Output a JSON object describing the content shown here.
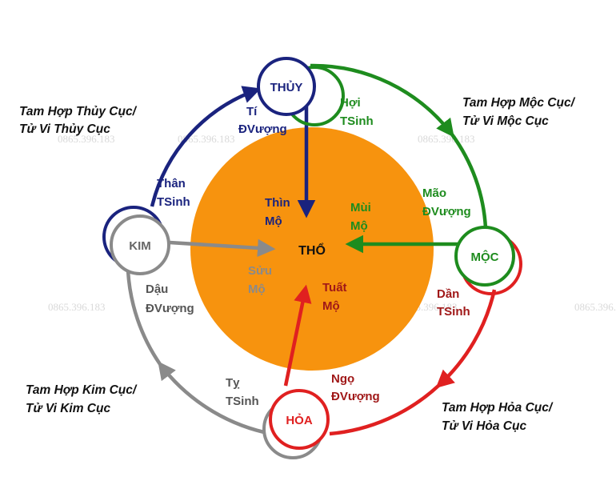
{
  "colors": {
    "thuy": "#1a237e",
    "moc": "#1e8c1e",
    "hoa": "#e02020",
    "kim": "#8a8a8a",
    "tho_fill": "#f7930e",
    "dark_red": "#a01818",
    "tho_text": "#111111"
  },
  "center": {
    "label": "THỔ"
  },
  "nodes": {
    "thuy": "THỦY",
    "moc": "MỘC",
    "hoa": "HỎA",
    "kim": "KIM"
  },
  "branches": {
    "ti": "Tí",
    "ti_state": "ĐVượng",
    "hoi": "Hợi",
    "hoi_state": "TSinh",
    "mao": "Mão",
    "mao_state": "ĐVượng",
    "dan": "Dần",
    "dan_state": "TSinh",
    "ngo": "Ngọ",
    "ngo_state": "ĐVượng",
    "ty": "Tỵ",
    "ty_state": "TSinh",
    "dau": "Dậu",
    "dau_state": "ĐVượng",
    "than": "Thân",
    "than_state": "TSinh"
  },
  "tombs": {
    "thin": "Thìn",
    "thin_state": "Mộ",
    "mui": "Mùi",
    "mui_state": "Mộ",
    "suu": "Sửu",
    "suu_state": "Mộ",
    "tuat": "Tuất",
    "tuat_state": "Mộ"
  },
  "corners": {
    "thuy_line1": "Tam Hợp Thủy Cục/",
    "thuy_line2": "Tử Vi Thủy Cục",
    "moc_line1": "Tam Hợp Mộc Cục/",
    "moc_line2": "Tử Vi Mộc Cục",
    "hoa_line1": "Tam Hợp Hỏa Cục/",
    "hoa_line2": "Tử Vi Hỏa Cục",
    "kim_line1": "Tam Hợp Kim Cục/",
    "kim_line2": "Tử Vi Kim Cục"
  },
  "watermark": "0865.396.183"
}
